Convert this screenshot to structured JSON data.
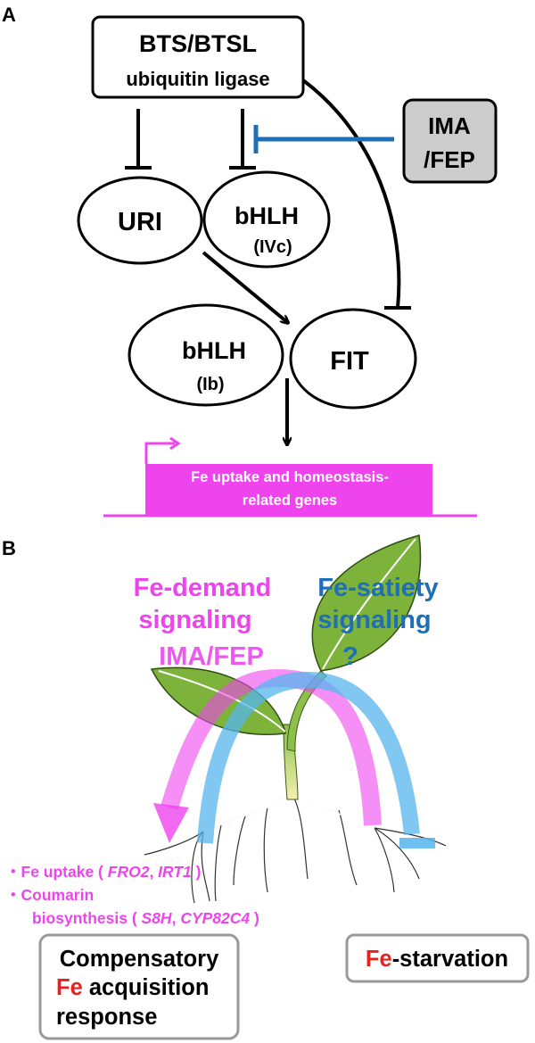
{
  "panel_a": {
    "label": "A",
    "bts_box": {
      "line1": "BTS/BTSL",
      "line2": "ubiquitin ligase"
    },
    "ima_box": {
      "line1": "IMA",
      "line2": "/FEP"
    },
    "uri": "URI",
    "bhlh_ivc": {
      "line1": "bHLH",
      "line2": "(IVc)"
    },
    "bhlh_ib": {
      "line1": "bHLH",
      "line2": "(Ib)"
    },
    "fit": "FIT",
    "gene_box": {
      "line1": "Fe uptake and homeostasis-",
      "line2": "related genes"
    }
  },
  "panel_b": {
    "label": "B",
    "demand": {
      "line1": "Fe-demand",
      "line2": "signaling",
      "line3": "IMA/FEP"
    },
    "satiety": {
      "line1": "Fe-satiety",
      "line2": "signaling",
      "line3": "?"
    },
    "uptake_list": {
      "item1_prefix": "・Fe uptake ( ",
      "item1_genes_a": "FRO2",
      "item1_sep": ", ",
      "item1_genes_b": "IRT1",
      "item1_suffix": " )",
      "item2_line1": "・Coumarin",
      "item2_prefix": "biosynthesis ( ",
      "item2_genes_a": "S8H",
      "item2_sep": ", ",
      "item2_genes_b": "CYP82C4",
      "item2_suffix": " )"
    },
    "compensatory": {
      "line1": "Compensatory",
      "fe": "Fe",
      "line2_rest": " acquisition",
      "line3": "response"
    },
    "starvation": {
      "fe": "Fe",
      "rest": "-starvation"
    }
  },
  "colors": {
    "magenta": "#ee44ee",
    "blue": "#1e6fb8",
    "light_blue": "#55b5ee",
    "red": "#e8201e",
    "leaf_green": "#7db33a",
    "grey_box": "#cccccc"
  }
}
